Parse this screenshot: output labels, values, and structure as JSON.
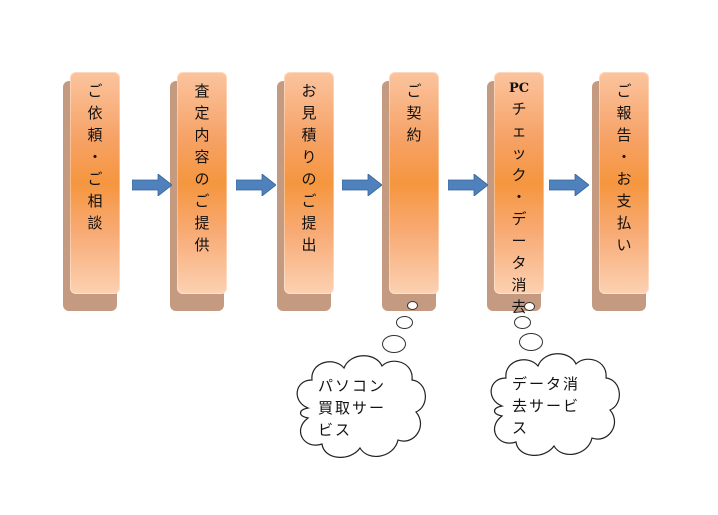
{
  "steps": [
    {
      "label": "ご依頼・ご相談"
    },
    {
      "label": "査定内容のご提供"
    },
    {
      "label": "お見積りのご提出"
    },
    {
      "label": "ご契約"
    },
    {
      "label_latin": "PC",
      "label": "チェック・データ消去"
    },
    {
      "label": "ご報告・お支払い"
    }
  ],
  "callouts": [
    {
      "lines": [
        "パソコン",
        "買取サー",
        "ビス"
      ]
    },
    {
      "lines": [
        "データ消",
        "去サービ",
        "ス"
      ]
    }
  ],
  "colors": {
    "card_top": "#fbc49e",
    "card_mid": "#f5963f",
    "card_shadow": "#c49a80",
    "arrow": "#4f81bd"
  }
}
